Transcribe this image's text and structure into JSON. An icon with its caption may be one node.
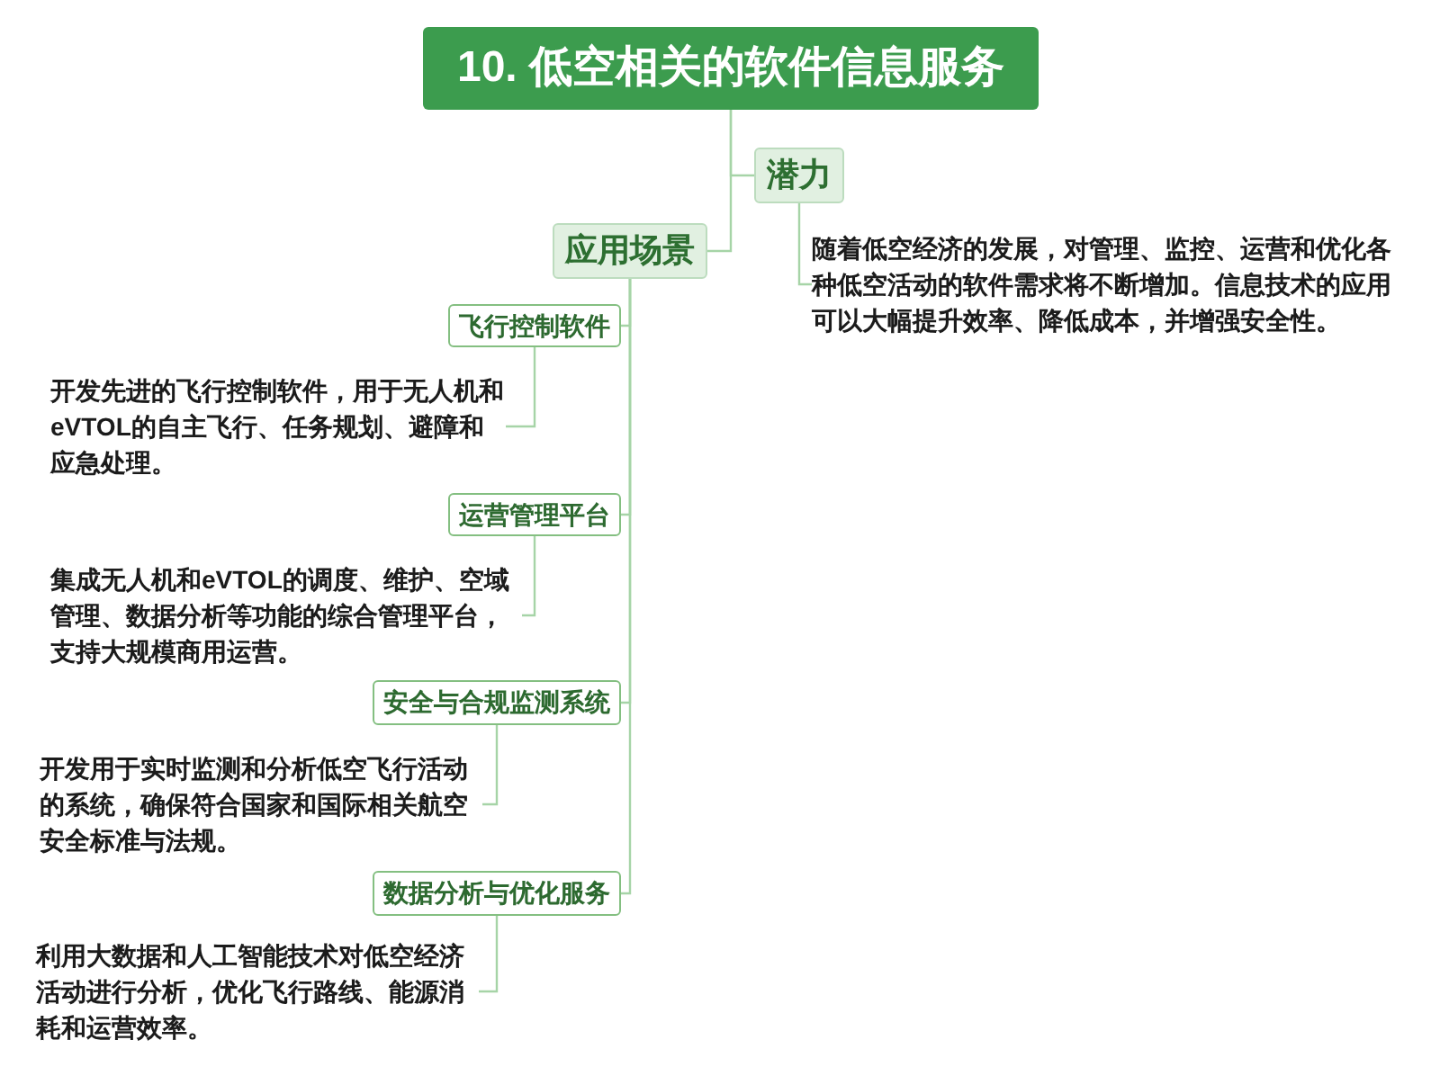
{
  "diagram": {
    "nodes": [
      {
        "text": [
          "10. 低空相关的软件信息服务"
        ]
      },
      {
        "text": [
          "潜力"
        ]
      },
      {
        "text": [
          "随着低空经济的发展，对管理、监控、运营和优化各种低空活动的软件需求将不断增加。信息技术的应用可以大幅提升效率、降低成本，并增强安全性。"
        ]
      },
      {
        "text": [
          "应用场景"
        ]
      },
      {
        "text": [
          "飞行控制软件"
        ]
      },
      {
        "text": [
          "开发先进的飞行控制软件，用于无人机和eVTOL的自主飞行、任务规划、避障和应急处理。"
        ]
      },
      {
        "text": [
          "运营管理平台"
        ]
      },
      {
        "text": [
          "集成无人机和eVTOL的调度、维护、空域管理、数据分析等功能的综合管理平台，支持大规模商用运营。"
        ]
      },
      {
        "text": [
          "安全与合规监测系统"
        ]
      },
      {
        "text": [
          "开发用于实时监测和分析低空飞行活动的系统，确保符合国家和国际相关航空安全标准与法规。"
        ]
      },
      {
        "text": [
          "数据分析与优化服务"
        ]
      },
      {
        "text": [
          "利用大数据和人工智能技术对低空经济活动进行分析，优化飞行路线、能源消耗和运营效率。"
        ]
      }
    ],
    "edges": [
      {
        "from": 0,
        "to": 1,
        "arrow": "none"
      },
      {
        "from": 0,
        "to": 3,
        "arrow": "none"
      },
      {
        "from": 1,
        "to": 2,
        "arrow": "none"
      },
      {
        "from": 3,
        "to": 4,
        "arrow": "none"
      },
      {
        "from": 3,
        "to": 6,
        "arrow": "none"
      },
      {
        "from": 3,
        "to": 8,
        "arrow": "none"
      },
      {
        "from": 3,
        "to": 10,
        "arrow": "none"
      },
      {
        "from": 4,
        "to": 5,
        "arrow": "none"
      },
      {
        "from": 6,
        "to": 7,
        "arrow": "none"
      },
      {
        "from": 8,
        "to": 9,
        "arrow": "none"
      },
      {
        "from": 10,
        "to": 11,
        "arrow": "none"
      }
    ]
  }
}
